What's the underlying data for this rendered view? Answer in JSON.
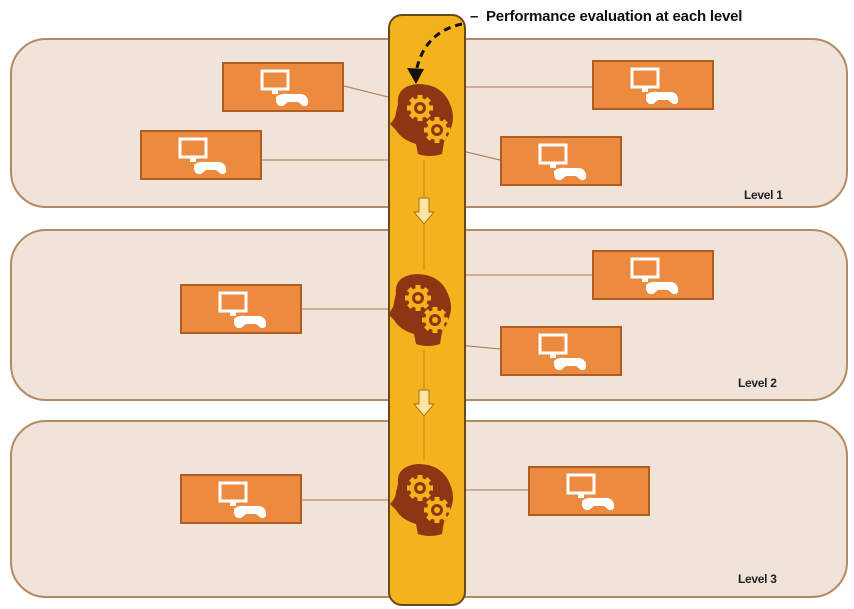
{
  "title": "Performance evaluation at each level",
  "levels": [
    {
      "label": "Level 1"
    },
    {
      "label": "Level 2"
    },
    {
      "label": "Level 3"
    }
  ],
  "icons": {
    "device": "monitor-gamepad-icon",
    "evaluator": "head-gears-icon",
    "transition": "down-arrow-icon"
  },
  "colors": {
    "panel": "#efe3da",
    "panel_border": "#b48a63",
    "bar": "#f4b21c",
    "device": "#ec8a3f",
    "evaluator": "#8e3514"
  }
}
